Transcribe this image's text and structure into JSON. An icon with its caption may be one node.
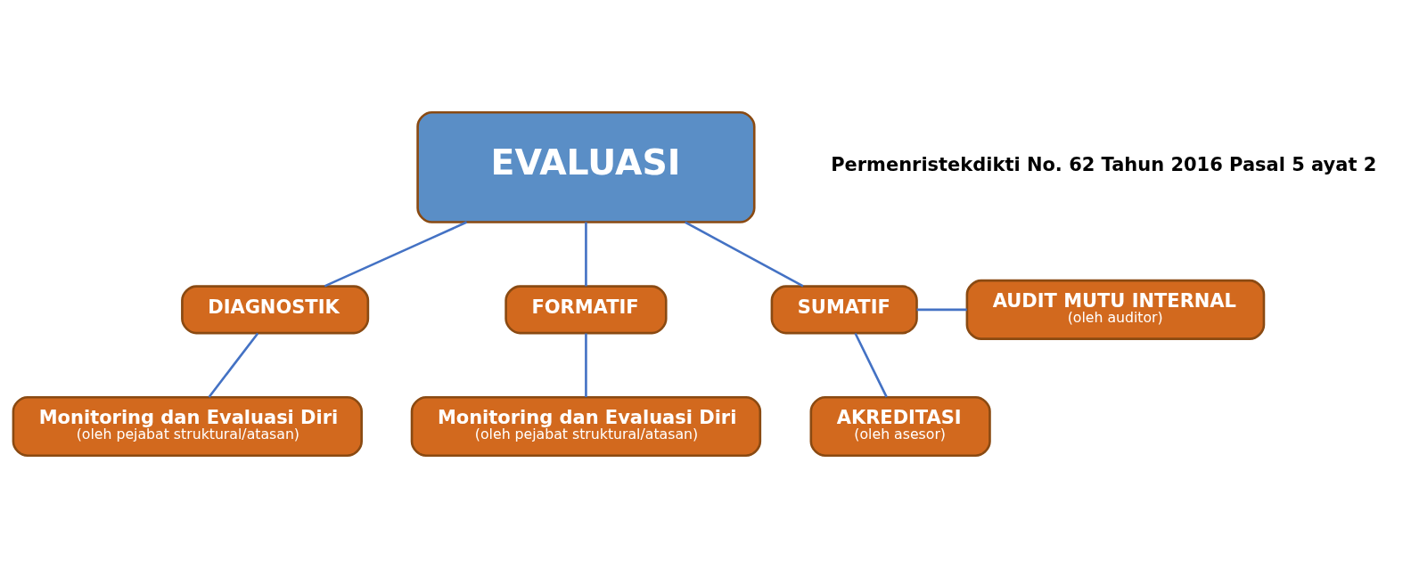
{
  "diagram": {
    "nodes": [
      {
        "text": [
          "EVALUASI"
        ]
      },
      {
        "text": [
          "DIAGNOSTIK"
        ]
      },
      {
        "text": [
          "FORMATIF"
        ]
      },
      {
        "text": [
          "SUMATIF"
        ]
      },
      {
        "text": [
          "Monitoring dan Evaluasi Diri",
          "(oleh pejabat struktural/atasan)"
        ]
      },
      {
        "text": [
          "Monitoring dan Evaluasi Diri",
          "(oleh pejabat struktural/atasan)"
        ]
      },
      {
        "text": [
          "AUDIT MUTU INTERNAL",
          "(oleh auditor)"
        ]
      },
      {
        "text": [
          "AKREDITASI",
          "(oleh asesor)"
        ]
      }
    ],
    "edges": [
      {
        "from": 0,
        "to": 1,
        "arrow": "none"
      },
      {
        "from": 0,
        "to": 2,
        "arrow": "none"
      },
      {
        "from": 0,
        "to": 3,
        "arrow": "none"
      },
      {
        "from": 1,
        "to": 4,
        "arrow": "none"
      },
      {
        "from": 2,
        "to": 5,
        "arrow": "none"
      },
      {
        "from": 3,
        "to": 6,
        "arrow": "none"
      },
      {
        "from": 3,
        "to": 7,
        "arrow": "none"
      }
    ],
    "labels": [
      "Permenristekdikti No. 62 Tahun 2016 Pasal 5 ayat 2"
    ]
  }
}
